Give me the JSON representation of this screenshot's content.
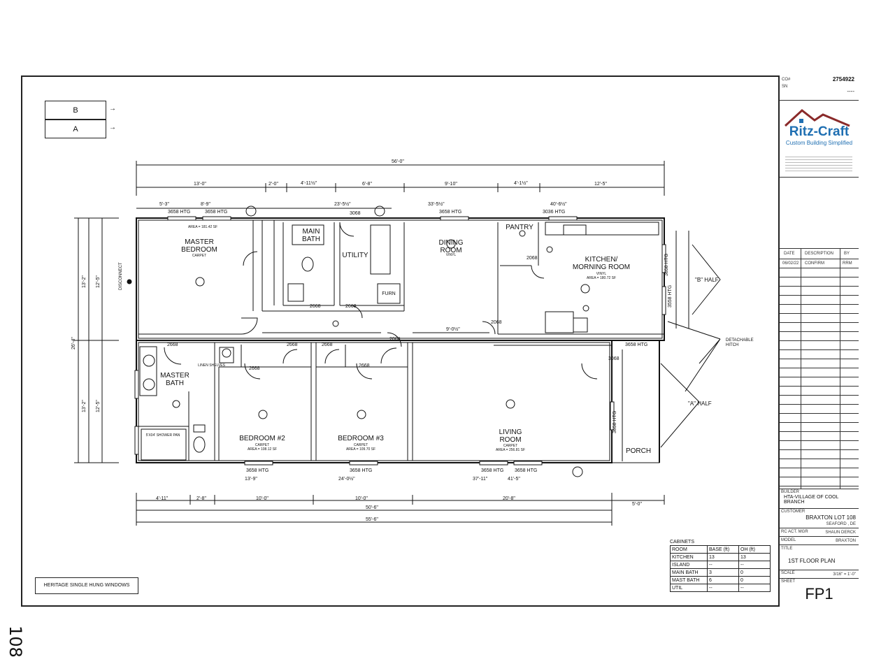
{
  "legend": {
    "b": "B",
    "a": "A"
  },
  "overall": {
    "top": "56'-0\"",
    "bottom": "55'-6\"",
    "bottom_inner": "50'-6\"",
    "left_total": "26'-4\"",
    "left_a": "13'-2\"",
    "left_b": "13'-2\"",
    "left_a2": "12'-5\"",
    "left_b2": "12'-5\""
  },
  "dims_top": [
    "13'-0\"",
    "2'-0\"",
    "4'-11½\"",
    "6'-8\"",
    "9'-10\"",
    "4'-1½\"",
    "12'-5\""
  ],
  "dims_top2": [
    "5'-3\"",
    "8'-9\"",
    "23'-5½\"",
    "33'-5½\"",
    "40'-6½\""
  ],
  "dims_bottom": [
    "4'-11\"",
    "2'-8\"",
    "10'-0\"",
    "10'-0\"",
    "20'-8\"",
    "5'-0\""
  ],
  "dims_bottom2": [
    "13'-9\"",
    "24'-0½\"",
    "37'-11\"",
    "41'-5\""
  ],
  "windows": {
    "w1": "3658 HTG",
    "w2": "3658 HTG",
    "w3": "3068",
    "w4": "3658 HTG",
    "w5": "3036 HTG",
    "w6": "3658 HTG",
    "w7": "3658 HTG",
    "w8": "3658 HTG",
    "w9": "3658 HTG",
    "w10": "3658 HTG",
    "w11": "3658 HTG",
    "w12": "3558 HTG",
    "w13": "3658 HTG"
  },
  "rooms": {
    "master_bedroom": "MASTER\nBEDROOM",
    "master_bedroom_sub": "CARPET",
    "master_bedroom_area": "AREA = 181.42 SF",
    "main_bath": "MAIN\nBATH",
    "utility": "UTILITY",
    "dining": "DINING\nROOM",
    "dining_sub": "VINYL",
    "pantry": "PANTRY",
    "kitchen": "KITCHEN/\nMORNING ROOM",
    "kitchen_sub": "VINYL",
    "kitchen_area": "AREA = 180.72 SF",
    "master_bath": "MASTER\nBATH",
    "bedroom2": "BEDROOM #2",
    "bedroom2_sub": "CARPET",
    "bedroom2_area": "AREA = 108.12 SF",
    "bedroom3": "BEDROOM #3",
    "bedroom3_sub": "CARPET",
    "bedroom3_area": "AREA = 109.70 SF",
    "living": "LIVING\nROOM",
    "living_sub": "CARPET",
    "living_area": "AREA = 256.81 SF",
    "porch": "PORCH",
    "b_half": "\"B\" HALF",
    "a_half": "\"A\" HALF",
    "hitch": "DETACHABLE\nHITCH",
    "disconnect": "DISCONNECT",
    "linen": "LINEN SHELVES",
    "shower": "5'X04' SHOWER PAN",
    "furn": "FURN",
    "hall_dim": "9'-0½\""
  },
  "doors": {
    "d1": "2668",
    "d2": "2668",
    "d3": "2668",
    "d4": "2668",
    "d5": "2668",
    "d6": "2068",
    "d7": "2668",
    "d8": "2668",
    "d9": "2068",
    "d10": "3068",
    "d11": "2068"
  },
  "note": "HERITAGE SINGLE HUNG WINDOWS",
  "cabinets": {
    "title": "CABINETS",
    "headers": [
      "ROOM",
      "BASE (ft)",
      "OH (ft)"
    ],
    "rows": [
      [
        "KITCHEN",
        "13",
        "13"
      ],
      [
        "ISLAND",
        "--",
        "--"
      ],
      [
        "MAIN BATH",
        "3",
        "0"
      ],
      [
        "MAST BATH",
        "6",
        "0"
      ],
      [
        "UTIL",
        "--",
        "--"
      ]
    ]
  },
  "titleblock": {
    "co_label": "CO#",
    "co_value": "2754922",
    "sn_label": "SN",
    "sn_value": "----",
    "brand": "Ritz-Craft",
    "tagline": "Custom Building Simplified",
    "rev_headers": [
      "DATE",
      "DESCRIPTION",
      "BY"
    ],
    "rev_row": [
      "06/02/22",
      "CONFIRM",
      "RRM"
    ],
    "builder_label": "BUILDER",
    "builder_value": "HTA-VILLAGE OF COOL BRANCH",
    "customer_label": "CUSTOMER",
    "customer_value": "BRAXTON LOT 108",
    "customer_loc": "SEAFORD , DE",
    "mgr_label": "RC ACT. MGR",
    "mgr_value": "SHAUN DERCK",
    "model_label": "MODEL",
    "model_value": "BRAXTON",
    "title_label": "TITLE",
    "title_value": "1ST FLOOR PLAN",
    "scale_label": "SCALE",
    "scale_value": "3/16\" = 1'-0\"",
    "sheet_label": "SHEET",
    "sheet_value": "FP1"
  },
  "handwritten": "108",
  "colors": {
    "ink": "#111111",
    "brand_blue": "#1f6fb2",
    "roof": "#8a2a2a"
  }
}
